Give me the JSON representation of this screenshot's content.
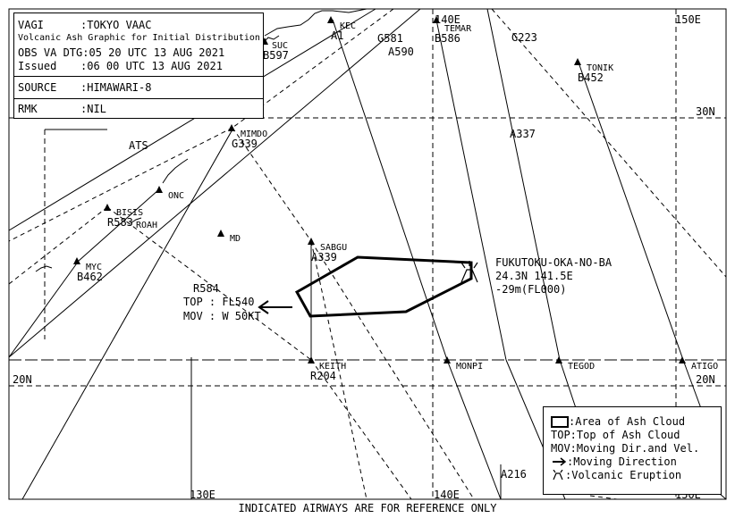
{
  "info": {
    "vagi_label": "VAGI",
    "vagi_value": ":TOKYO VAAC",
    "subtitle": "Volcanic Ash Graphic for Initial Distribution",
    "obs_label": "OBS VA DTG",
    "obs_value": ":05 20 UTC 13 AUG 2021",
    "issued_label": "Issued",
    "issued_value": ":06 00 UTC 13 AUG 2021",
    "source_label": "SOURCE",
    "source_value": ":HIMAWARI-8",
    "rmk_label": "RMK",
    "rmk_value": ":NIL"
  },
  "grid_labels": {
    "lon_140_top": "140E",
    "lon_150_top": "150E",
    "lat_30_right": "30N",
    "lat_20_left": "20N",
    "lat_20_right": "20N",
    "lon_130_bottom": "130E",
    "lon_140_bottom": "140E",
    "lon_150_bottom": "150E"
  },
  "waypoints": [
    {
      "name": "KEC"
    },
    {
      "name": "TEMAR"
    },
    {
      "name": "SUC"
    },
    {
      "name": "TONIK"
    },
    {
      "name": "MIMDO"
    },
    {
      "name": "ONC"
    },
    {
      "name": "BISIS"
    },
    {
      "name": "ROAH"
    },
    {
      "name": "MD"
    },
    {
      "name": "SABGU"
    },
    {
      "name": "MYC"
    },
    {
      "name": "KEITH"
    },
    {
      "name": "MONPI"
    },
    {
      "name": "TEGOD"
    },
    {
      "name": "ATIGO"
    }
  ],
  "airways": [
    "A1",
    "G581",
    "B586",
    "G223",
    "B597",
    "A590",
    "B452",
    "A337",
    "ATS",
    "G339",
    "R583",
    "A339",
    "B462",
    "R584",
    "R204",
    "A216"
  ],
  "ash": {
    "top": "TOP : FL540",
    "mov": "MOV : W 50KT"
  },
  "volcano": {
    "name": "FUKUTOKU-OKA-NO-BA",
    "position": "24.3N 141.5E",
    "elevation": "-29m(FL000)"
  },
  "legend": {
    "area": ":Area of Ash Cloud",
    "top": "TOP:Top of Ash Cloud",
    "mov": "MOV:Moving Dir.and Vel.",
    "dir": ":Moving Direction",
    "erupt": ":Volcanic Eruption"
  },
  "footer": "INDICATED AIRWAYS ARE FOR REFERENCE ONLY"
}
